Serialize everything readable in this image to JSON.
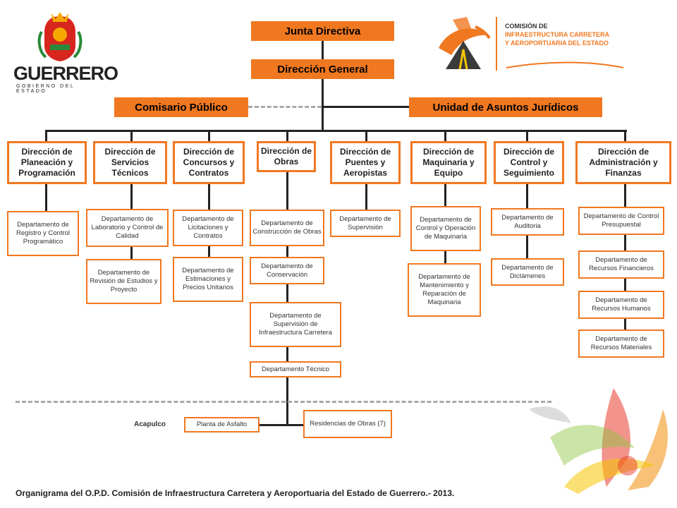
{
  "logos": {
    "gov_name": "GUERRERO",
    "gov_sub": "GOBIERNO DEL ESTADO",
    "commission_line1": "COMISIÓN DE",
    "commission_line2": "INFRAESTRUCTURA CARRETERA",
    "commission_line3": "Y AEROPORTUARIA DEL ESTADO"
  },
  "top": {
    "junta": "Junta Directiva",
    "general": "Dirección General",
    "comisario": "Comisario Público",
    "juridicos": "Unidad de Asuntos Jurídicos"
  },
  "directions": [
    "Dirección de Planeación y Programación",
    "Dirección de Servicios Técnicos",
    "Dirección de Concursos y Contratos",
    "Dirección de Obras",
    "Dirección de Puentes y Aeropistas",
    "Dirección de Maquinaria y Equipo",
    "Dirección de Control y Seguimiento",
    "Dirección de Administración y Finanzas"
  ],
  "departments": {
    "planeacion": [
      "Departamento de Registro y Control Programático"
    ],
    "tecnicos": [
      "Departamento de Laboratorio y Control de Calidad",
      "Departamento de Revisión de Estudios y Proyecto"
    ],
    "concursos": [
      "Departamento de Licitaciones y Contratos",
      "Departamento de Estimaciones y Precios Unitarios"
    ],
    "obras": [
      "Departamento de Construcción de Obras",
      "Departamento de Conservación",
      "Departamento de Supervisión de Infraestructura Carretera",
      "Departamento Técnico"
    ],
    "puentes": [
      "Departamento de Supervisión"
    ],
    "maquinaria": [
      "Departamento de Control y Operación de Maquinaria",
      "Departamento de Mantenimiento y Reparación de Maquinaria"
    ],
    "control": [
      "Departamento de Auditoria",
      "Departamento de Dictámenes"
    ],
    "administracion": [
      "Departamento de Control Presupuestal",
      "Departamento de Recursos Financieros",
      "Departamento de Recursos Humanos",
      "Departamento de Recursos Materiales"
    ]
  },
  "bottom": {
    "acapulco": "Acapulco",
    "planta": "Planta de Asfalto",
    "residencias": "Residencias de Obras (7)",
    "footer": "Organigrama del O.P.D. Comisión de Infraestructura Carretera y Aeroportuaria del Estado de Guerrero.- 2013."
  },
  "colors": {
    "orange": "#f07820",
    "line": "#222222",
    "dashed": "#a8a8a8"
  }
}
